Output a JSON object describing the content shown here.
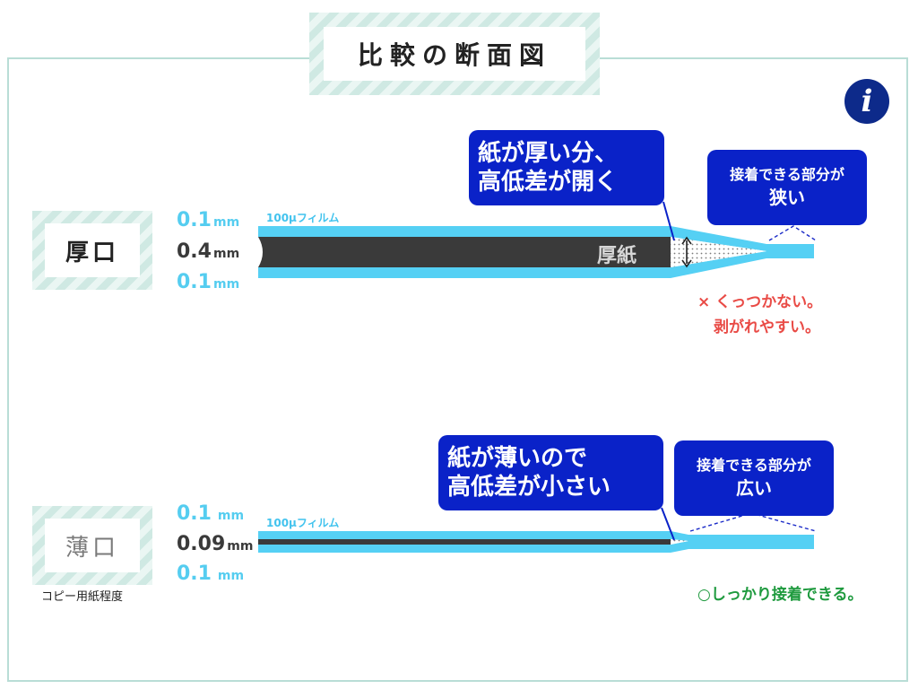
{
  "title": "比較の断面図",
  "logo": {
    "icon": "info-i-logo-icon",
    "glyph": "i",
    "color": "#0d2a8a"
  },
  "colors": {
    "film": "#55d0f4",
    "paper": "#3a3a3a",
    "callout": "#0a22c8",
    "ng": "#e94b46",
    "ok": "#1e9a3e"
  },
  "thick": {
    "label": "厚口",
    "top_value": "0.1",
    "top_unit": "mm",
    "mid_value": "0.4",
    "mid_unit": "mm",
    "bot_value": "0.1",
    "bot_unit": "mm",
    "film_label": "100μフィルム",
    "paper_label": "厚紙",
    "callout_line1": "紙が厚い分、",
    "callout_line2": "高低差が開く",
    "area_line1": "接着できる部分が",
    "area_line2": "狭い",
    "result_line1": "× くっつかない。",
    "result_line2": "剥がれやすい。"
  },
  "thin": {
    "label": "薄口",
    "note": "コピー用紙程度",
    "top_value": "0.1",
    "top_unit": " mm",
    "mid_value": "0.09",
    "mid_unit": "mm",
    "bot_value": "0.1",
    "bot_unit": " mm",
    "film_label": "100μフィルム",
    "callout_line1": "紙が薄いので",
    "callout_line2": "高低差が小さい",
    "area_line1": "接着できる部分が",
    "area_line2": "広い",
    "result": "○しっかり接着できる。"
  }
}
